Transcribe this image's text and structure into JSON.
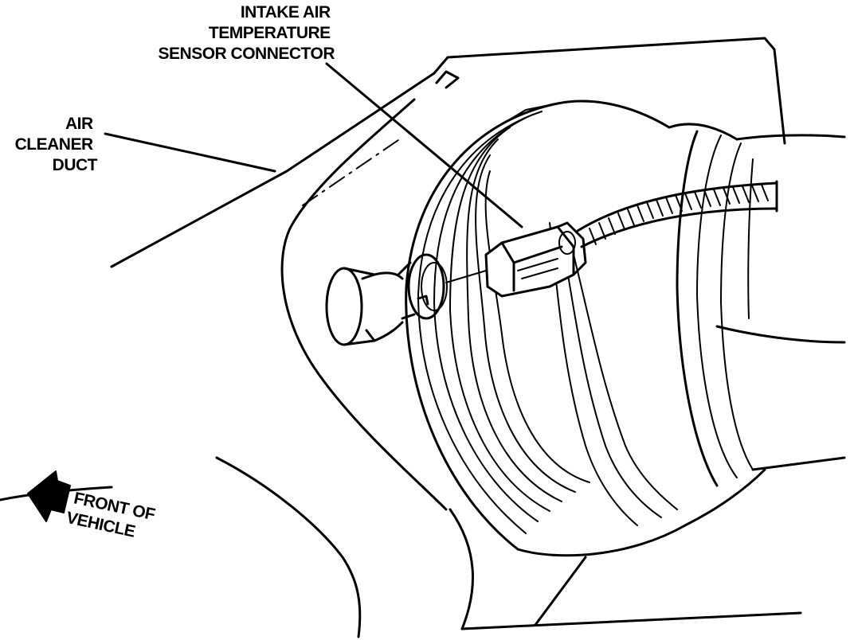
{
  "labels": {
    "intake_air_sensor": [
      "INTAKE AIR",
      "TEMPERATURE",
      "SENSOR CONNECTOR"
    ],
    "air_cleaner_duct": [
      "AIR",
      "CLEANER",
      "DUCT"
    ],
    "front_of_vehicle": [
      "FRONT OF",
      "VEHICLE"
    ]
  },
  "colors": {
    "ink": "#000000",
    "paper": "#ffffff"
  }
}
